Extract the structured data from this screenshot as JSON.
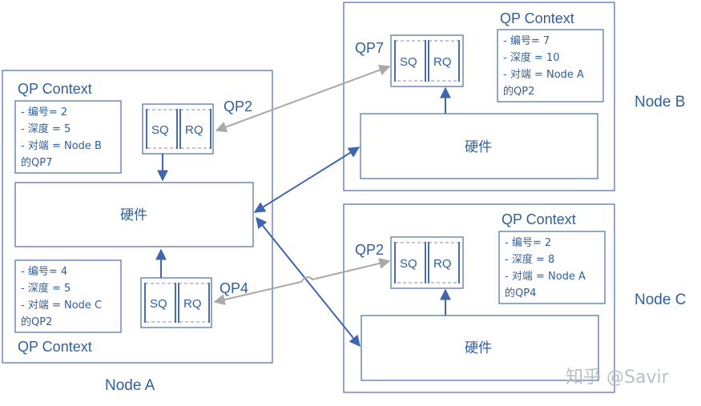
{
  "nodes": {
    "a": {
      "label": "Node A",
      "hardware": "硬件",
      "qp_top": {
        "name": "QP2",
        "sq": "SQ",
        "rq": "RQ",
        "context_title": "QP Context",
        "lines": [
          "- 编号= 2",
          "- 深度 = 5",
          "- 对端 = Node B",
          "的QP7"
        ]
      },
      "qp_bottom": {
        "name": "QP4",
        "sq": "SQ",
        "rq": "RQ",
        "context_title": "QP Context",
        "lines": [
          "- 编号= 4",
          "- 深度 = 5",
          "- 对端 = Node C",
          "的QP2"
        ]
      }
    },
    "b": {
      "label": "Node B",
      "hardware": "硬件",
      "qp": {
        "name": "QP7",
        "sq": "SQ",
        "rq": "RQ",
        "context_title": "QP Context",
        "lines": [
          "- 编号= 7",
          "- 深度 = 10",
          "- 对端 = Node A",
          "的QP2"
        ]
      }
    },
    "c": {
      "label": "Node C",
      "hardware": "硬件",
      "qp": {
        "name": "QP2",
        "sq": "SQ",
        "rq": "RQ",
        "context_title": "QP Context",
        "lines": [
          "- 编号= 2",
          "- 深度 = 8",
          "- 对端 = Node A",
          "的QP4"
        ]
      }
    }
  },
  "colors": {
    "primary": "#2f5f9f",
    "border": "#4a6fa5",
    "arrow_blue": "#3f66ad",
    "arrow_gray": "#a9a9a9"
  },
  "watermark": "知乎 @Savir"
}
